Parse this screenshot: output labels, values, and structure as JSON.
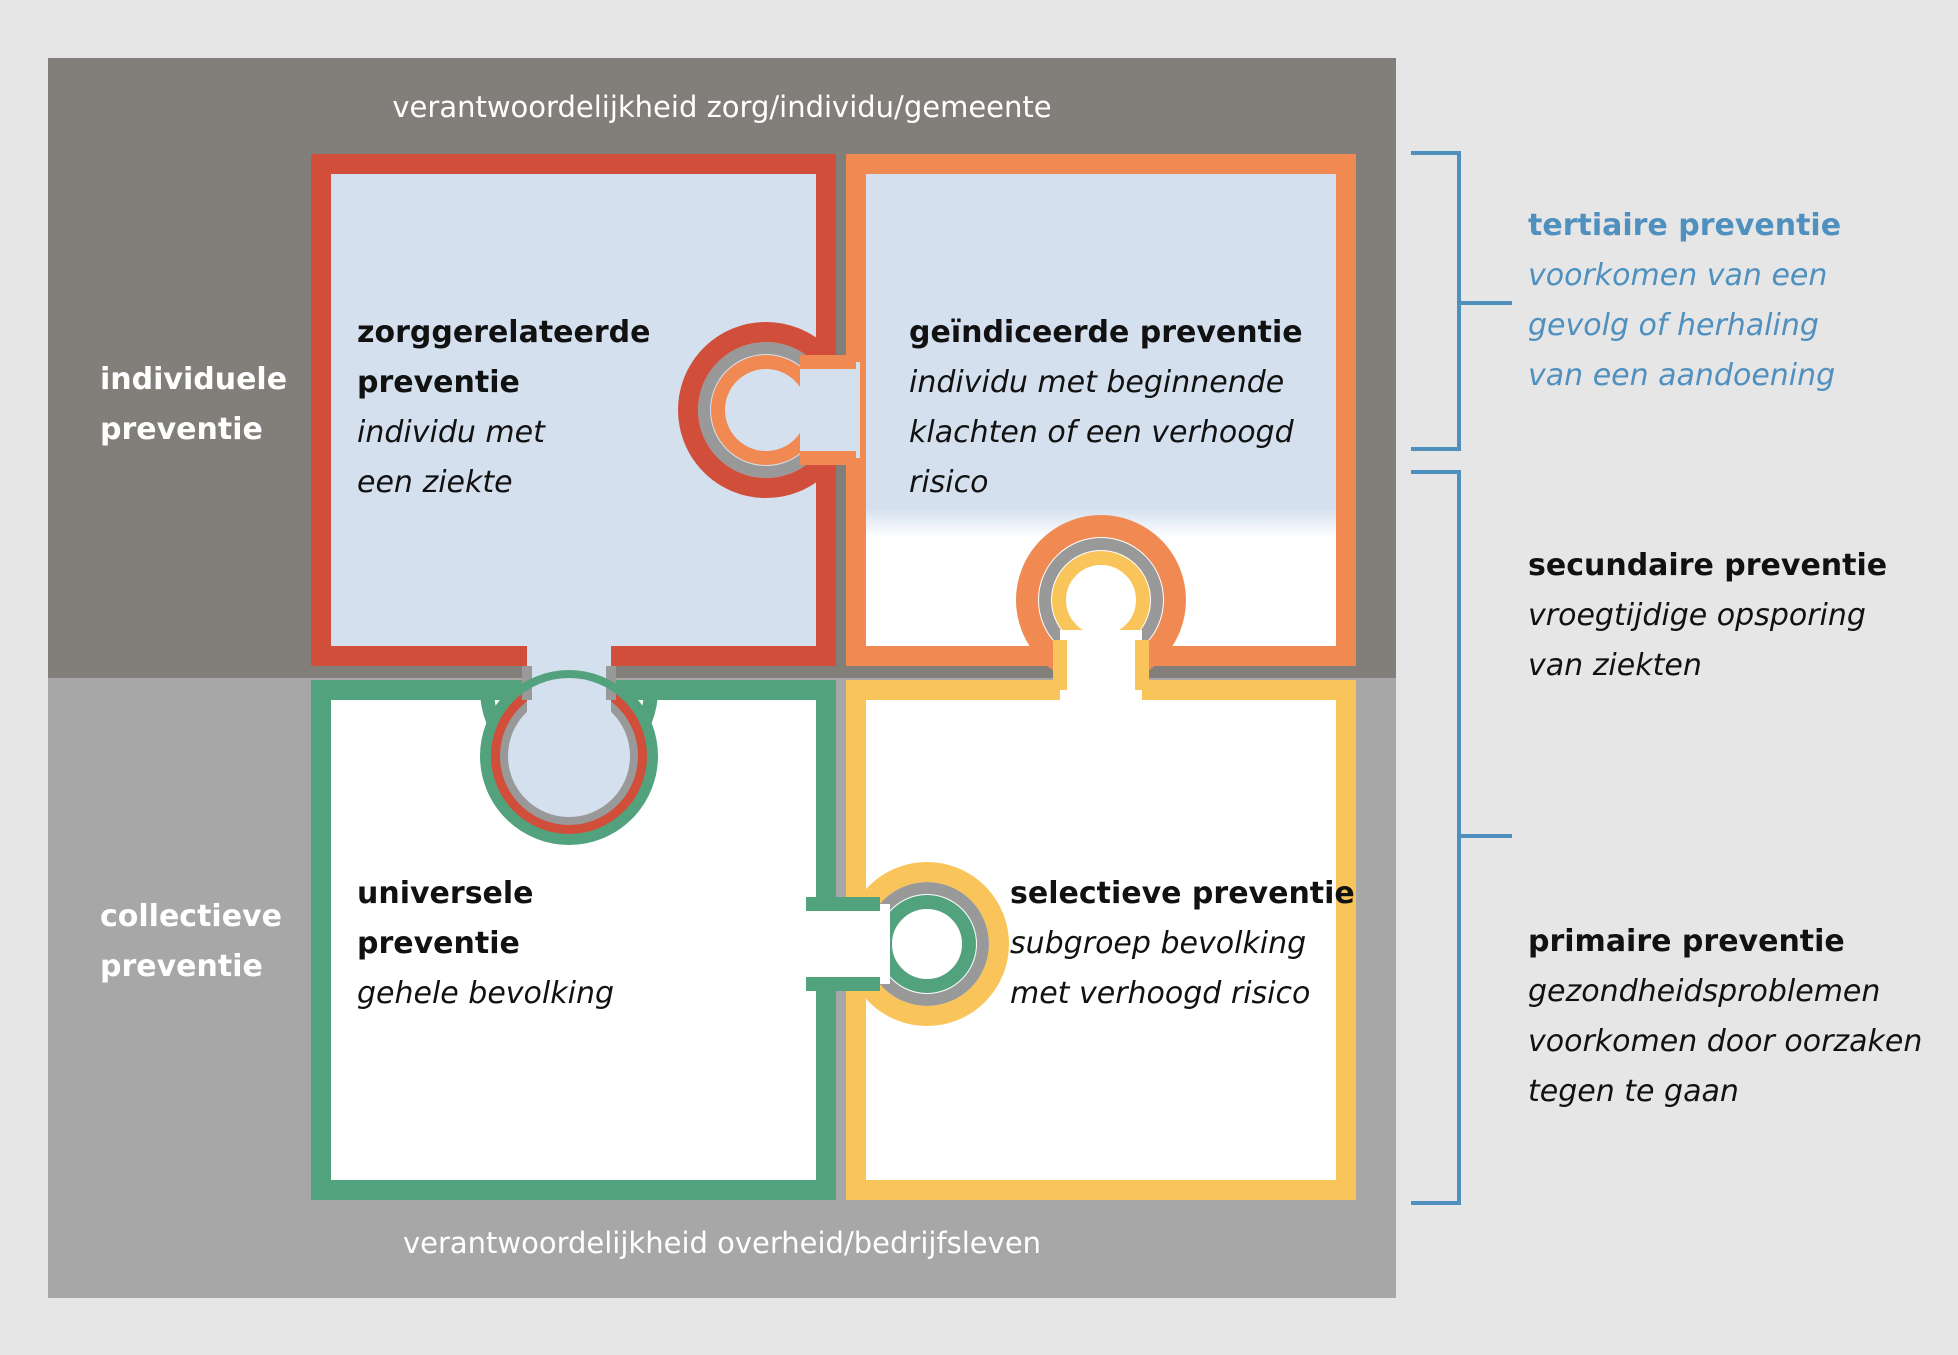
{
  "colors": {
    "top_band": "#827e79",
    "bottom_band": "#a8a7a7",
    "fill_light_blue": "#d5e0ef",
    "piece_red": "#d14e3b",
    "piece_orange": "#f08a52",
    "piece_green": "#52a27e",
    "piece_yellow": "#f9c55a",
    "inner_gray": "#999999",
    "bracket_blue": "#4f90bf"
  },
  "responsibility": {
    "top": "verantwoordelijkheid zorg/individu/gemeente",
    "bottom": "verantwoordelijkheid overheid/bedrijfsleven"
  },
  "side_labels": {
    "top": [
      "individuele",
      "preventie"
    ],
    "bottom": [
      "collectieve",
      "preventie"
    ]
  },
  "pieces": {
    "care": {
      "title": [
        "zorggerelateerde",
        "preventie"
      ],
      "desc": [
        "individu met",
        "een ziekte"
      ]
    },
    "indicated": {
      "title": [
        "geïndiceerde preventie"
      ],
      "desc": [
        "individu met beginnende",
        "klachten of een verhoogd",
        "risico"
      ]
    },
    "universal": {
      "title": [
        "universele",
        "preventie"
      ],
      "desc": [
        "gehele bevolking"
      ]
    },
    "selective": {
      "title": [
        "selectieve preventie"
      ],
      "desc": [
        "subgroep bevolking",
        "met verhoogd risico"
      ]
    }
  },
  "legend": {
    "tertiary": {
      "title": "tertiaire preventie",
      "desc": [
        "voorkomen van een",
        "gevolg of herhaling",
        "van een aandoening"
      ]
    },
    "secondary": {
      "title": "secundaire preventie",
      "desc": [
        "vroegtijdige opsporing",
        "van ziekten"
      ]
    },
    "primary": {
      "title": "primaire preventie",
      "desc": [
        "gezondheidsproblemen",
        "voorkomen door oorzaken",
        "tegen te gaan"
      ]
    }
  }
}
